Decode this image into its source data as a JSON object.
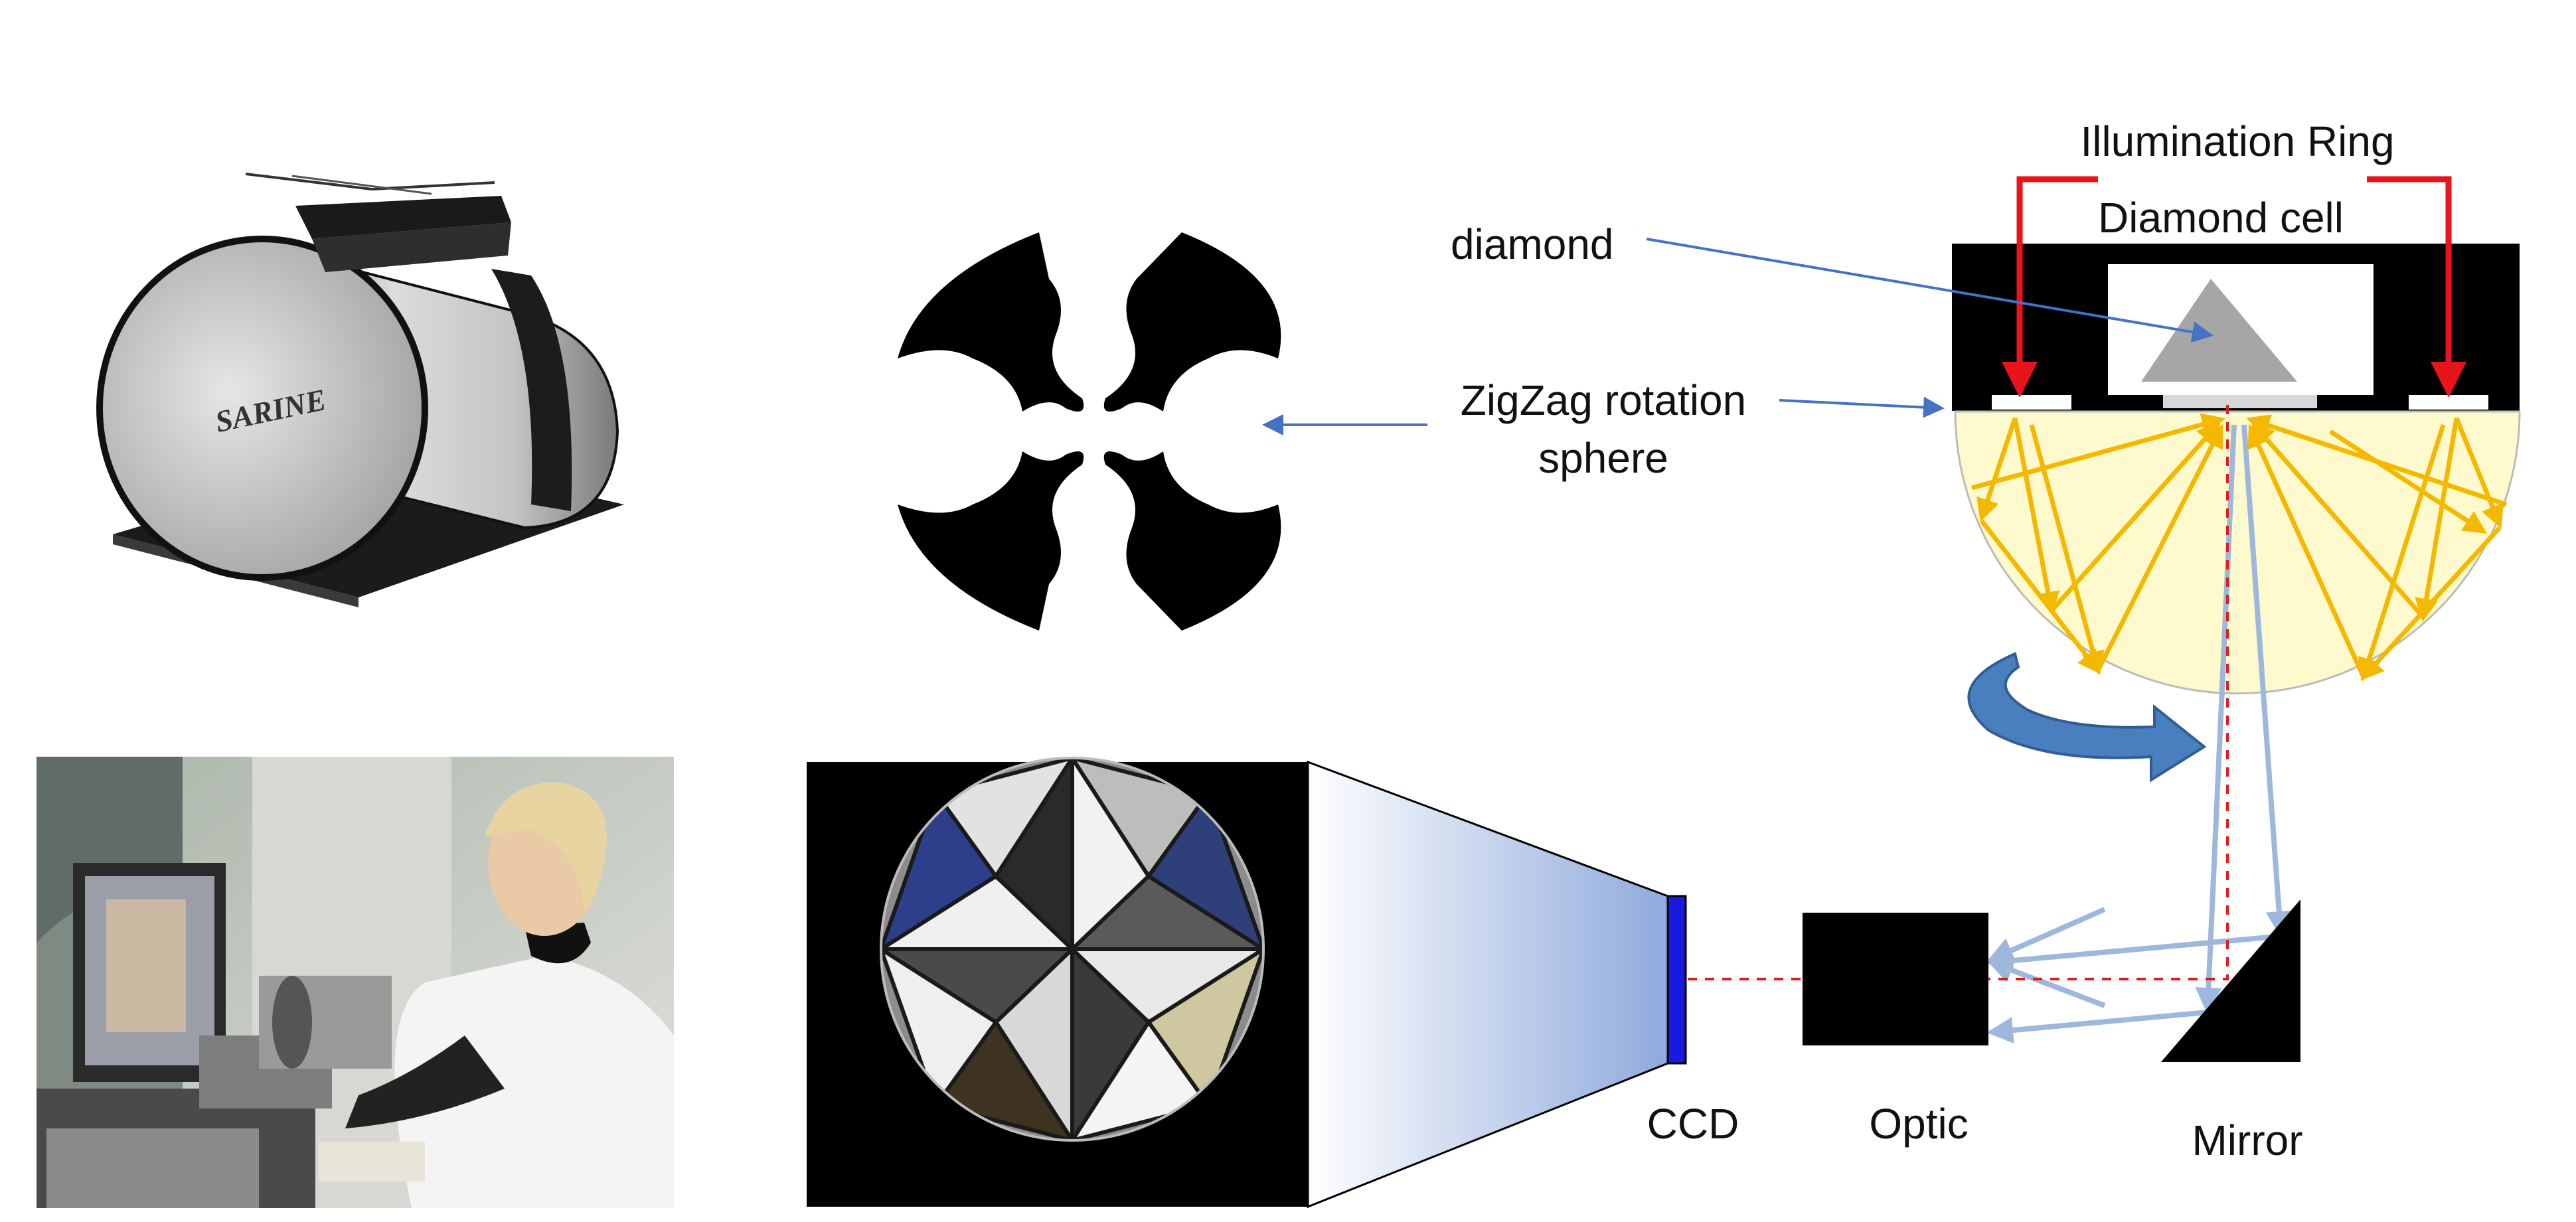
{
  "labels": {
    "illumination_ring": "Illumination Ring",
    "diamond_cell": "Diamond cell",
    "diamond": "diamond",
    "zigzag_line1": "ZigZag rotation",
    "zigzag_line2": "sphere",
    "ccd": "CCD",
    "optic": "Optic",
    "mirror": "Mirror",
    "brand_logo": "SARINE"
  },
  "colors": {
    "illumination_arrow": "#e8141b",
    "reflected_ray": "#f5b800",
    "optical_path": "#9db8dc",
    "laser_line": "#e01a1a",
    "pointer_arrow": "#4472c4",
    "sphere_fill": "#fffacd",
    "ccd_sensor": "#1a1adc",
    "rotation_arrow": "#4a7fbf"
  }
}
